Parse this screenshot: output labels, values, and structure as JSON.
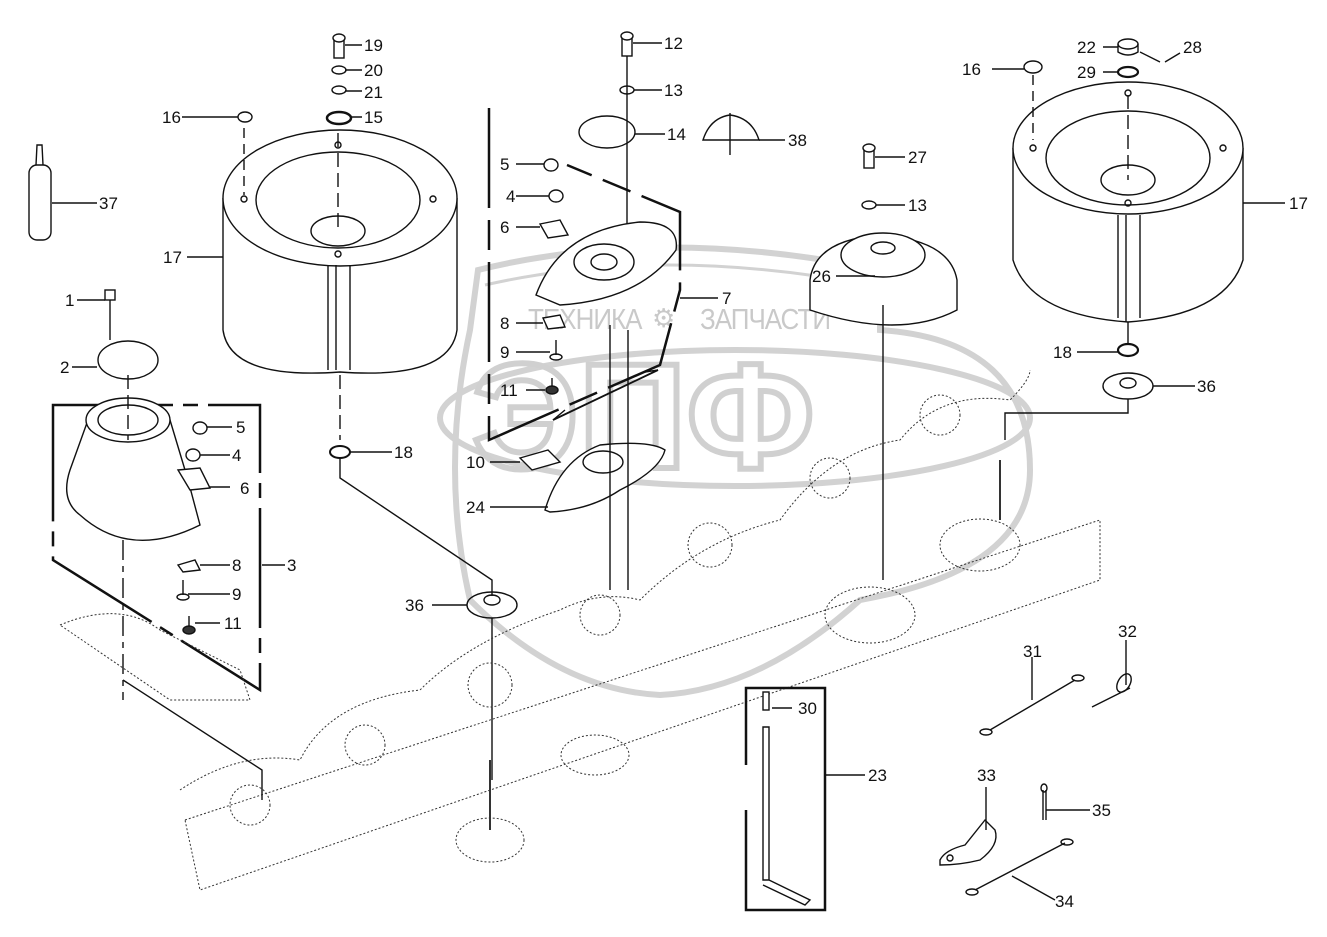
{
  "diagram": {
    "type": "exploded-parts-diagram",
    "watermark": {
      "left_text": "ТЕХНИКА",
      "right_text": "ЗАПЧАСТИ",
      "gear_symbol": "⚙",
      "logo_text": "ЭПФ"
    },
    "callouts": [
      {
        "id": "c19",
        "label": "19"
      },
      {
        "id": "c20",
        "label": "20"
      },
      {
        "id": "c21",
        "label": "21"
      },
      {
        "id": "c15",
        "label": "15"
      },
      {
        "id": "c16a",
        "label": "16"
      },
      {
        "id": "c37",
        "label": "37"
      },
      {
        "id": "c17a",
        "label": "17"
      },
      {
        "id": "c1",
        "label": "1"
      },
      {
        "id": "c2",
        "label": "2"
      },
      {
        "id": "c5a",
        "label": "5"
      },
      {
        "id": "c4a",
        "label": "4"
      },
      {
        "id": "c6a",
        "label": "6"
      },
      {
        "id": "c8a",
        "label": "8"
      },
      {
        "id": "c9a",
        "label": "9"
      },
      {
        "id": "c11a",
        "label": "11"
      },
      {
        "id": "c3",
        "label": "3"
      },
      {
        "id": "c18a",
        "label": "18"
      },
      {
        "id": "c36a",
        "label": "36"
      },
      {
        "id": "c12",
        "label": "12"
      },
      {
        "id": "c13a",
        "label": "13"
      },
      {
        "id": "c14",
        "label": "14"
      },
      {
        "id": "c38",
        "label": "38"
      },
      {
        "id": "c5b",
        "label": "5"
      },
      {
        "id": "c4b",
        "label": "4"
      },
      {
        "id": "c6b",
        "label": "6"
      },
      {
        "id": "c7",
        "label": "7"
      },
      {
        "id": "c8b",
        "label": "8"
      },
      {
        "id": "c9b",
        "label": "9"
      },
      {
        "id": "c11b",
        "label": "11"
      },
      {
        "id": "c10",
        "label": "10"
      },
      {
        "id": "c24",
        "label": "24"
      },
      {
        "id": "c27",
        "label": "27"
      },
      {
        "id": "c13b",
        "label": "13"
      },
      {
        "id": "c26",
        "label": "26"
      },
      {
        "id": "c22",
        "label": "22"
      },
      {
        "id": "c28",
        "label": "28"
      },
      {
        "id": "c16b",
        "label": "16"
      },
      {
        "id": "c29",
        "label": "29"
      },
      {
        "id": "c17b",
        "label": "17"
      },
      {
        "id": "c18b",
        "label": "18"
      },
      {
        "id": "c36b",
        "label": "36"
      },
      {
        "id": "c30",
        "label": "30"
      },
      {
        "id": "c23",
        "label": "23"
      },
      {
        "id": "c31",
        "label": "31"
      },
      {
        "id": "c32",
        "label": "32"
      },
      {
        "id": "c33",
        "label": "33"
      },
      {
        "id": "c35",
        "label": "35"
      },
      {
        "id": "c34",
        "label": "34"
      }
    ]
  }
}
